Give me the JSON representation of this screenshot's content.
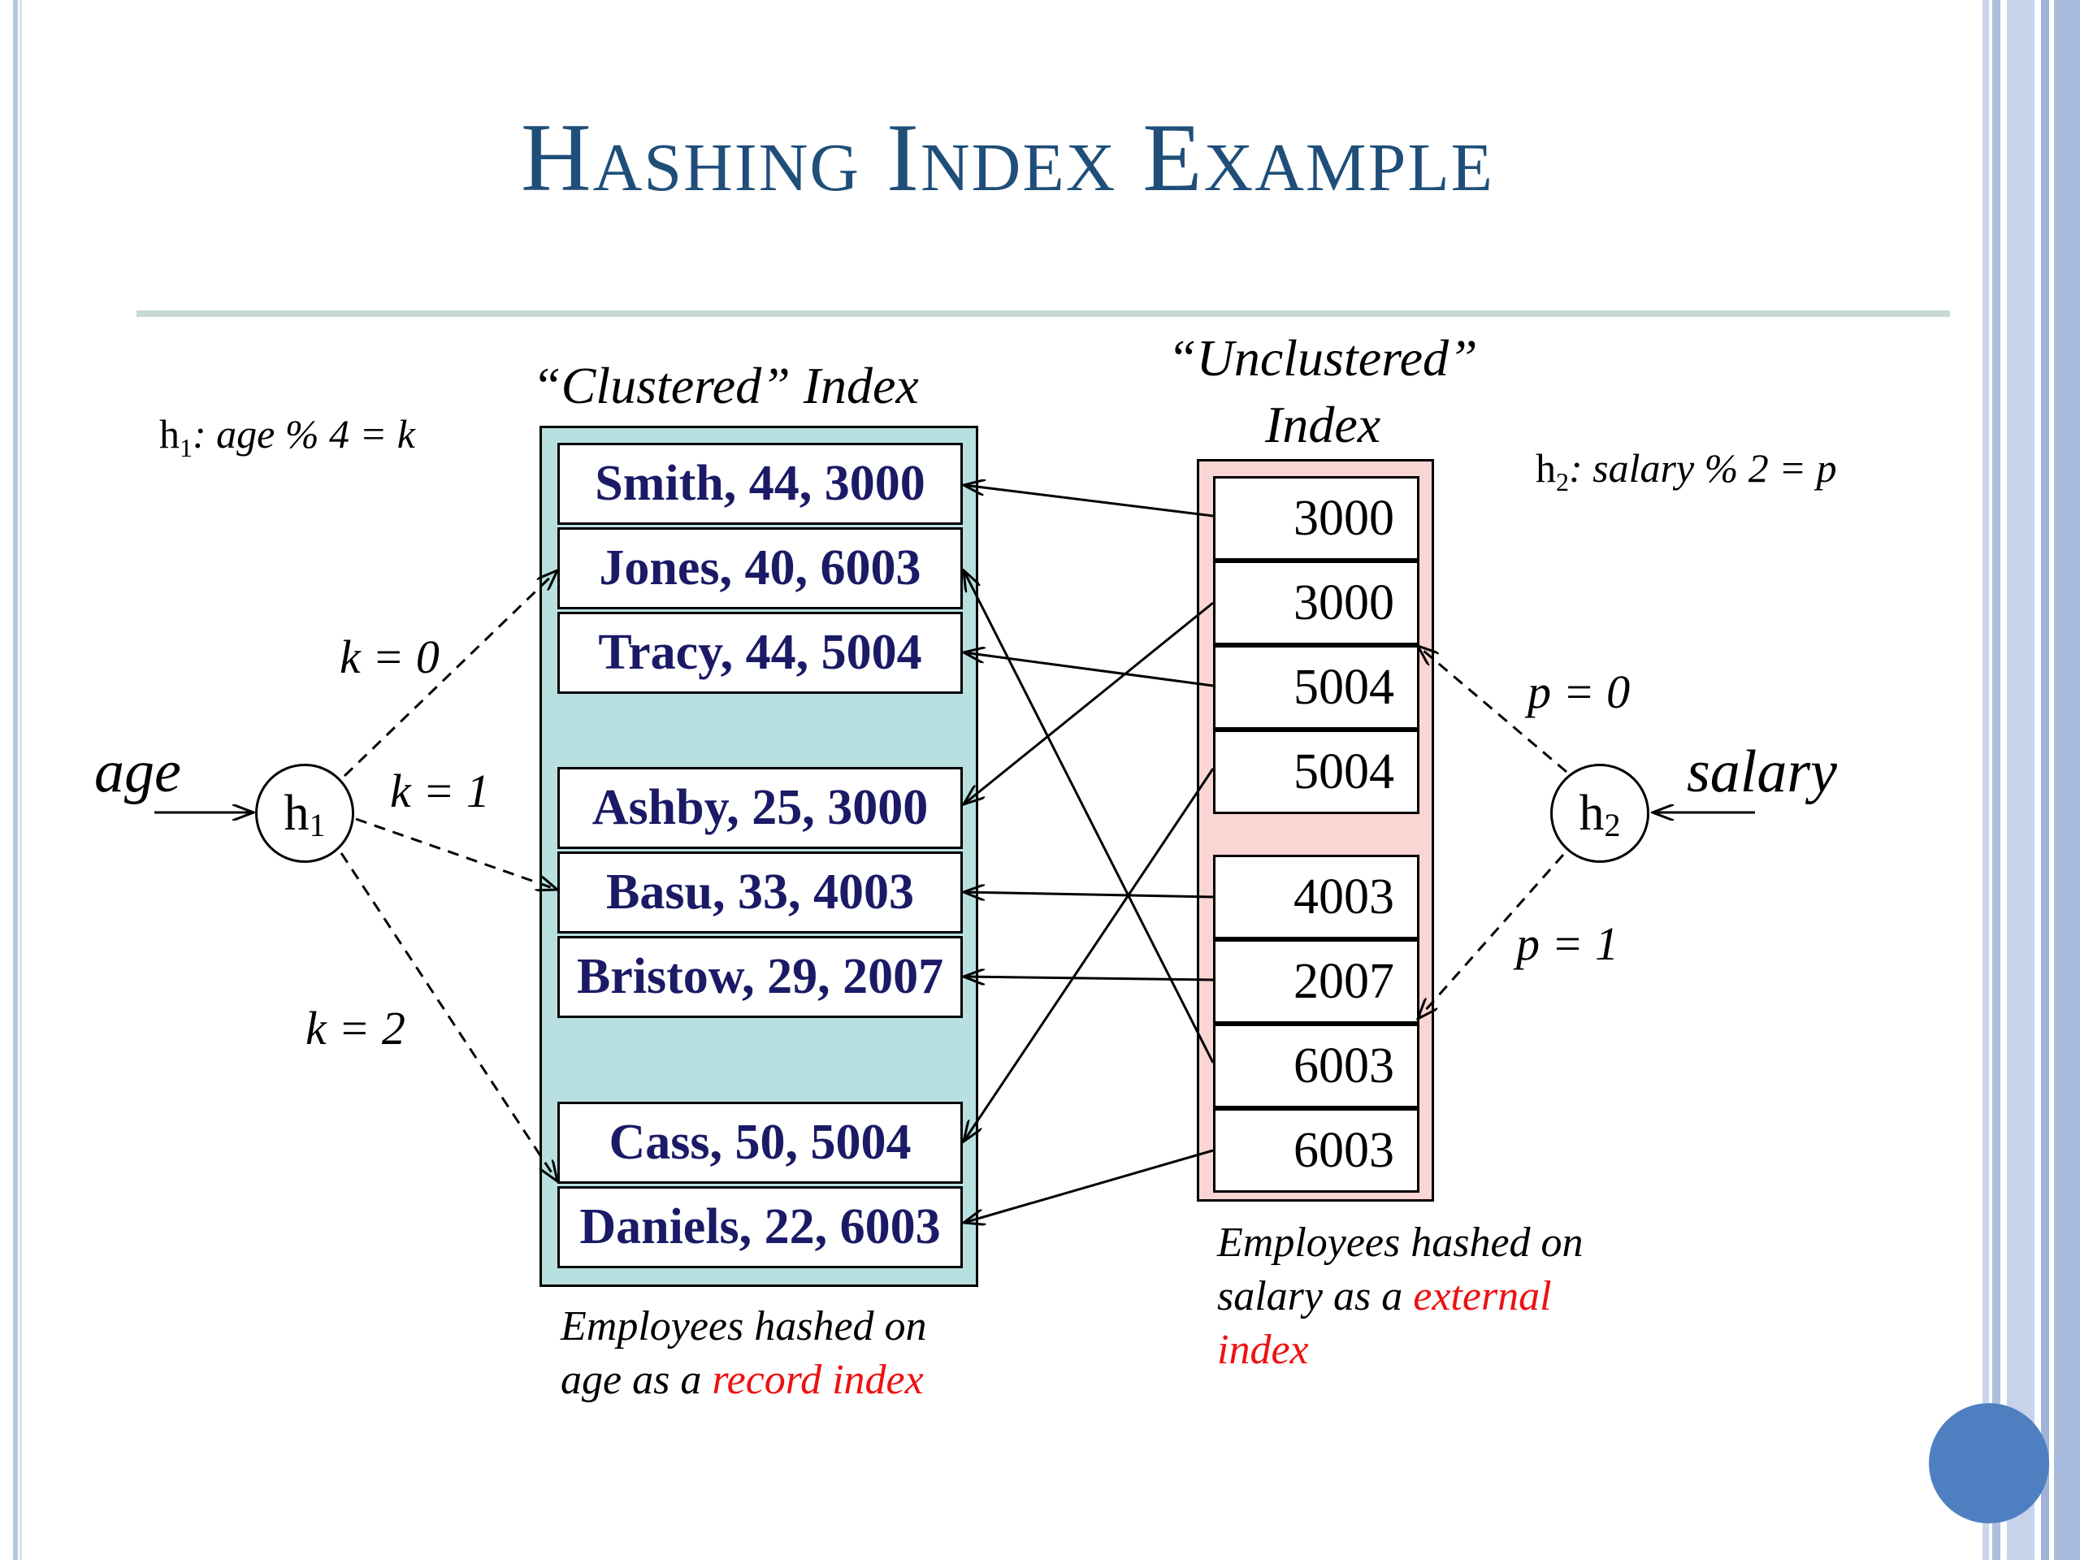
{
  "slide": {
    "title": "Hashing Index Example",
    "colors": {
      "title": "#1f4e79",
      "clustered_panel": "#b9e0e1",
      "unclustered_panel": "#f9d5d3",
      "highlight": "#ee1111",
      "accent_dot": "#4e80c1"
    }
  },
  "diagram": {
    "clustered": {
      "heading": "“Clustered” Index",
      "records": [
        "Smith, 44, 3000",
        "Jones, 40, 6003",
        "Tracy, 44, 5004",
        "Ashby, 25, 3000",
        "Basu, 33, 4003",
        "Bristow, 29, 2007",
        "Cass, 50, 5004",
        "Daniels, 22, 6003"
      ],
      "caption_line1": "Employees hashed on",
      "caption_line2_prefix": "age as a ",
      "caption_highlight": "record index"
    },
    "unclustered": {
      "heading_line1": "“Unclustered”",
      "heading_line2": "Index",
      "entries": [
        "3000",
        "3000",
        "5004",
        "5004",
        "4003",
        "2007",
        "6003",
        "6003"
      ],
      "caption_line1": "Employees hashed on",
      "caption_line2_prefix": "salary as a ",
      "caption_highlight_1": "external",
      "caption_highlight_2": "index"
    },
    "h1": {
      "formula_prefix": "h",
      "formula_sub": "1",
      "formula_rest": ": age % 4 = k",
      "input_label": "age",
      "node_main": "h",
      "node_sub": "1",
      "branches": [
        "k = 0",
        "k = 1",
        "k = 2"
      ]
    },
    "h2": {
      "formula_prefix": "h",
      "formula_sub": "2",
      "formula_rest": ": salary % 2 = p",
      "input_label": "salary",
      "node_main": "h",
      "node_sub": "2",
      "branches": [
        "p = 0",
        "p = 1"
      ]
    }
  }
}
